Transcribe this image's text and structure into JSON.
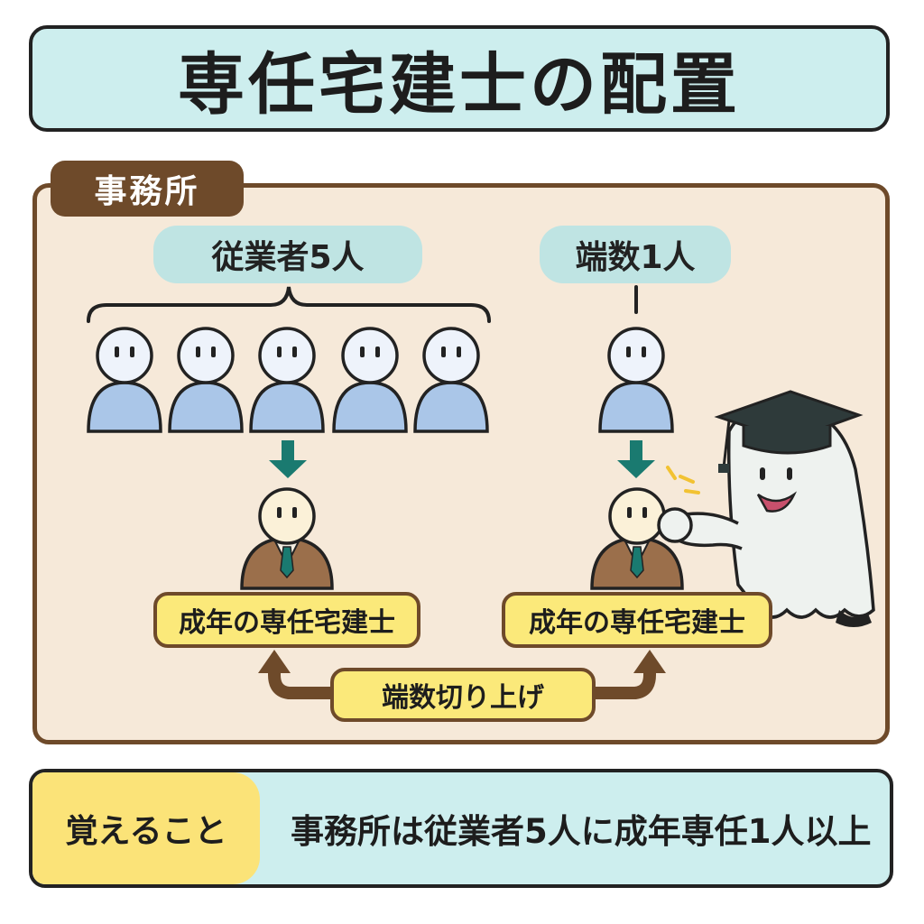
{
  "title": "専任宅建士の配置",
  "office": {
    "tab_label": "事務所",
    "staff_label": "従業者5人",
    "remainder_label": "端数1人",
    "left_box_label": "成年の専任宅建士",
    "right_box_label": "成年の専任宅建士",
    "roundup_label": "端数切り上げ"
  },
  "memo": {
    "key_label": "覚えること",
    "text": "事務所は従業者5人に成年専任1人以上"
  },
  "colors": {
    "title_bg": "#cdeeee",
    "office_bg": "#f6e9d9",
    "office_border": "#6e4a2a",
    "person_blue": "#aac6e8",
    "suit_brown": "#9b6f4b",
    "arrow_teal": "#1a7a70",
    "label_yellow": "#fbe97a"
  },
  "icons": [
    "person-icon",
    "down-arrow-icon",
    "graduation-cap-icon",
    "ghost-mascot-icon",
    "curved-arrow-icon"
  ]
}
